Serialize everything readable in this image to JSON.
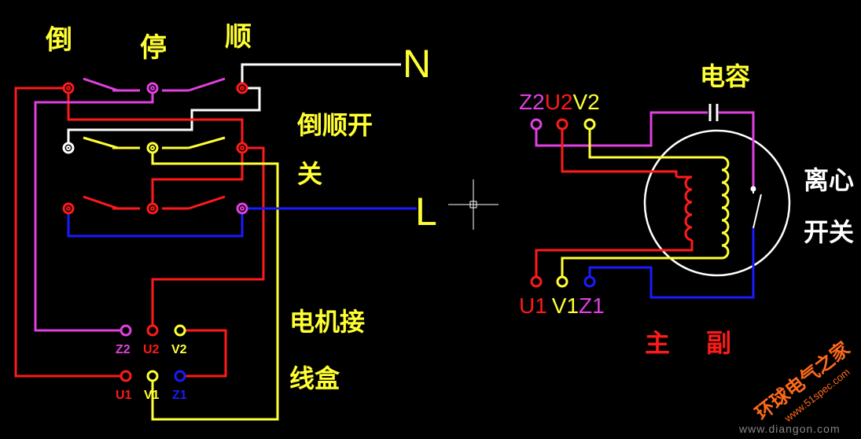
{
  "colors": {
    "background": "#000000",
    "red": "#ff1a1a",
    "magenta": "#e040e0",
    "yellow": "#ffff33",
    "white": "#ffffff",
    "blue": "#1a1aff",
    "watermark": "#ff6a1a"
  },
  "switch_labels": {
    "reverse": "倒",
    "stop": "停",
    "forward": "顺"
  },
  "switch_title_line1": "倒顺开",
  "switch_title_line2": "关",
  "power": {
    "neutral": "N",
    "live": "L"
  },
  "junction_box_line1": "电机接",
  "junction_box_line2": "线盒",
  "junction_terminals": {
    "top": [
      "Z2",
      "U2",
      "V2"
    ],
    "bottom": [
      "U1",
      "V1",
      "Z1"
    ]
  },
  "motor": {
    "top_terminals": {
      "z2": "Z2",
      "u2": "U2",
      "v2": "V2"
    },
    "bottom_terminals": {
      "u1": "U1",
      "v1": "V1",
      "z1": "Z1"
    },
    "capacitor_label": "电容",
    "centrifugal_switch_line1": "离心",
    "centrifugal_switch_line2": "开关",
    "main_winding": "主",
    "aux_winding": "副"
  },
  "watermark": {
    "brand": "环球电气之家",
    "site": "www.51spec.com",
    "footer": "www.diangon.com"
  }
}
